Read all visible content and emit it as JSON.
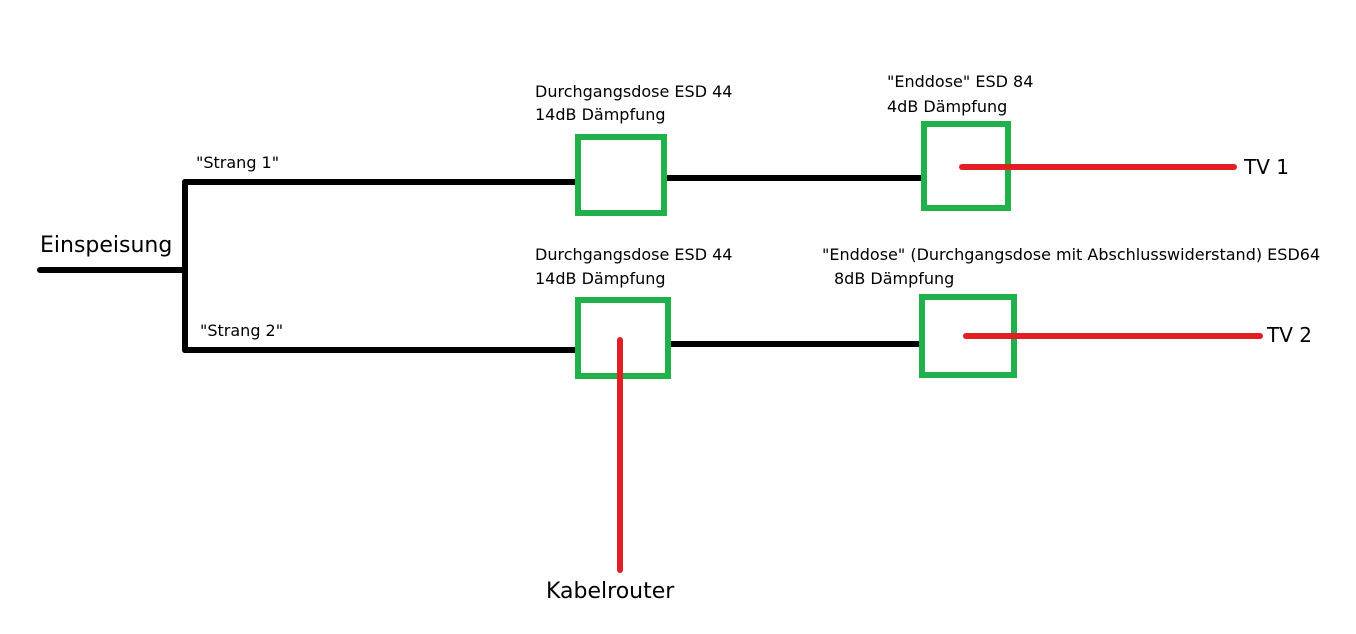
{
  "labels": {
    "feed": "Einspeisung",
    "strand1": "\"Strang 1\"",
    "strand2": "\"Strang 2\"",
    "box1_line1": "Durchgangsdose ESD 44",
    "box1_line2": "14dB Dämpfung",
    "box2_line1": "\"Enddose\" ESD 84",
    "box2_line2": "4dB Dämpfung",
    "box3_line1": "Durchgangsdose ESD 44",
    "box3_line2": "14dB Dämpfung",
    "box4_line1": "\"Enddose\" (Durchgangsdose mit Abschlusswiderstand) ESD64",
    "box4_line2": "8dB Dämpfung",
    "tv1": "TV 1",
    "tv2": "TV 2",
    "router": "Kabelrouter"
  },
  "colors": {
    "wire": "#000000",
    "signal": "#e31f26",
    "box_border": "#21b14c"
  }
}
